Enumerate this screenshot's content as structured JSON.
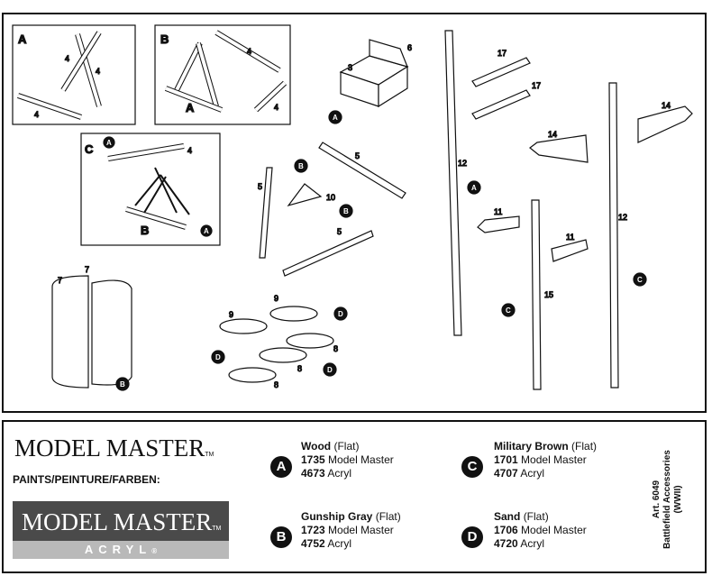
{
  "diagram": {
    "callouts": {
      "a": "A",
      "b": "B",
      "c": "C",
      "d": "D"
    },
    "part_numbers": [
      "3",
      "4",
      "5",
      "6",
      "7",
      "8",
      "9",
      "10",
      "11",
      "12",
      "14",
      "15",
      "17"
    ]
  },
  "legend": {
    "brand": "MODEL MASTER",
    "trademark": "TM",
    "paints_label": "PAINTS/PEINTURE/FARBEN:",
    "acryl_brand": "MODEL MASTER",
    "acryl_word": "ACRYL",
    "registered": "®",
    "paints": [
      {
        "letter": "A",
        "name": "Wood",
        "finish": "(Flat)",
        "mm_code": "1735",
        "mm_label": "Model Master",
        "acryl_code": "4673",
        "acryl_label": "Acryl"
      },
      {
        "letter": "B",
        "name": "Gunship Gray",
        "finish": "(Flat)",
        "mm_code": "1723",
        "mm_label": "Model Master",
        "acryl_code": "4752",
        "acryl_label": "Acryl"
      },
      {
        "letter": "C",
        "name": "Military Brown",
        "finish": "(Flat)",
        "mm_code": "1701",
        "mm_label": "Model Master",
        "acryl_code": "4707",
        "acryl_label": "Acryl"
      },
      {
        "letter": "D",
        "name": "Sand",
        "finish": "(Flat)",
        "mm_code": "1706",
        "mm_label": "Model Master",
        "acryl_code": "4720",
        "acryl_label": "Acryl"
      }
    ],
    "art_number": "Art. 6049",
    "art_title": "Battlefield Accessories",
    "art_sub": "(WWII)"
  }
}
